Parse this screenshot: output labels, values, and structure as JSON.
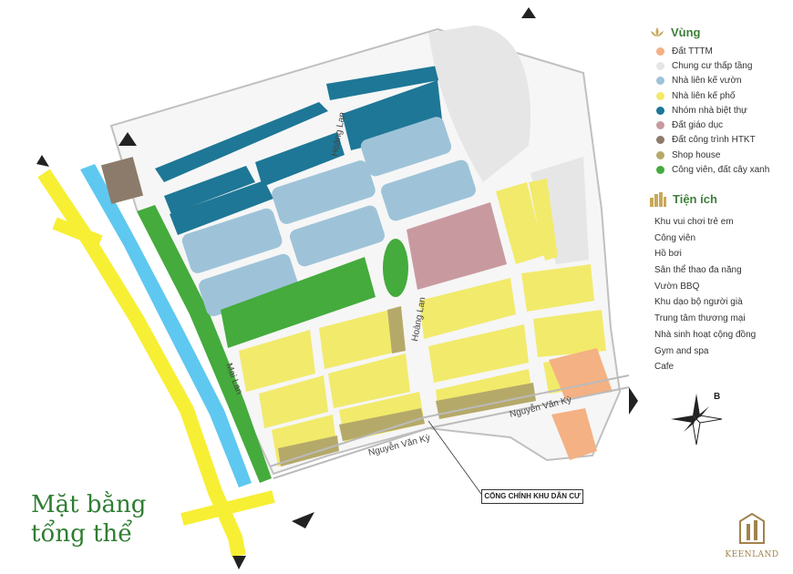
{
  "legend": {
    "zone_title": "Vùng",
    "zones": [
      {
        "label": "Đất TTTM",
        "color": "#f4b183"
      },
      {
        "label": "Chung cư thấp tầng",
        "color": "#e6e6e6"
      },
      {
        "label": "Nhà liên kế vườn",
        "color": "#9ec3d8"
      },
      {
        "label": "Nhà liên kế phố",
        "color": "#f2ea6b"
      },
      {
        "label": "Nhóm nhà biệt thự",
        "color": "#1e7796"
      },
      {
        "label": "Đất giáo dục",
        "color": "#c89a9f"
      },
      {
        "label": "Đất công trình HTKT",
        "color": "#8c7b6b"
      },
      {
        "label": "Shop house",
        "color": "#b5a96a"
      },
      {
        "label": "Công viên, đất cây xanh",
        "color": "#44ab3c"
      }
    ],
    "amenity_title": "Tiện ích",
    "amenities": [
      "Khu vui chơi trẻ em",
      "Công viên",
      "Hồ bơi",
      "Sân thể thao đa năng",
      "Vườn BBQ",
      "Khu dạo bộ người già",
      "Trung tâm thương mại",
      "Nhà sinh hoạt cộng đồng",
      "Gym and spa",
      "Cafe"
    ]
  },
  "title_line1": "Mặt bằng",
  "title_line2": "tổng thể",
  "roads": {
    "nguyen_van_ky_1": "Nguyễn Văn Kỳ",
    "nguyen_van_ky_2": "Nguyễn Văn Kỳ",
    "hoang_lam": "Hoàng Lan",
    "hoang_lam_2": "Hoàng Lan",
    "mai_lan": "Mai Lan"
  },
  "gate_label": "CỔNG CHÍNH KHU DÂN CƯ",
  "compass_letter": "B",
  "brand_name": "KEENLAND",
  "colors": {
    "tttm": "#f4b183",
    "apartment": "#e6e6e6",
    "garden_house": "#9ec3d8",
    "street_house": "#f2ea6b",
    "villa": "#1e7796",
    "education": "#c89a9f",
    "htkt": "#8c7b6b",
    "shophouse": "#b5a96a",
    "park": "#44ab3c",
    "canal": "#5ec8f0",
    "main_road": "#f7ef34"
  }
}
